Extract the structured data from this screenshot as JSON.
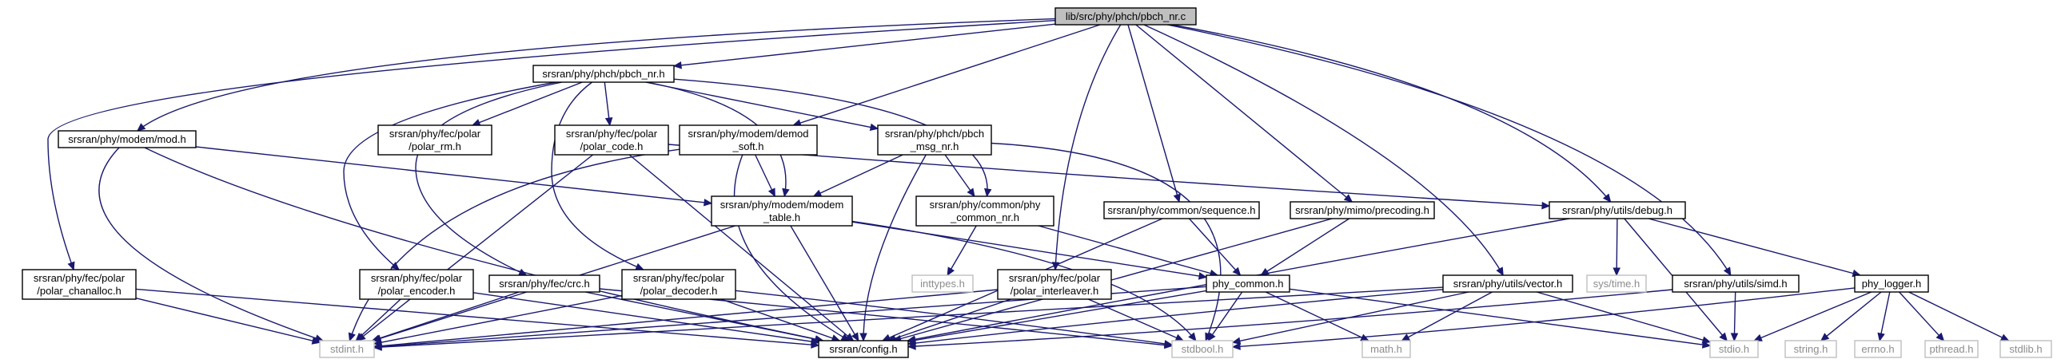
{
  "graph": {
    "nodes": [
      {
        "id": "root",
        "lines": [
          "lib/src/phy/phch/pbch_nr.c"
        ],
        "style": "root"
      },
      {
        "id": "pbch_nr_h",
        "lines": [
          "srsran/phy/phch/pbch_nr.h"
        ],
        "style": "normal"
      },
      {
        "id": "mod_h",
        "lines": [
          "srsran/phy/modem/mod.h"
        ],
        "style": "normal"
      },
      {
        "id": "polar_rm_h",
        "lines": [
          "srsran/phy/fec/polar",
          "/polar_rm.h"
        ],
        "style": "normal"
      },
      {
        "id": "polar_code_h",
        "lines": [
          "srsran/phy/fec/polar",
          "/polar_code.h"
        ],
        "style": "normal"
      },
      {
        "id": "demod_soft_h",
        "lines": [
          "srsran/phy/modem/demod",
          "_soft.h"
        ],
        "style": "normal"
      },
      {
        "id": "pbch_msg_nr_h",
        "lines": [
          "srsran/phy/phch/pbch",
          "_msg_nr.h"
        ],
        "style": "normal"
      },
      {
        "id": "modem_table_h",
        "lines": [
          "srsran/phy/modem/modem",
          "_table.h"
        ],
        "style": "normal"
      },
      {
        "id": "phy_common_nr_h",
        "lines": [
          "srsran/phy/common/phy",
          "_common_nr.h"
        ],
        "style": "normal"
      },
      {
        "id": "sequence_h",
        "lines": [
          "srsran/phy/common/sequence.h"
        ],
        "style": "normal"
      },
      {
        "id": "precoding_h",
        "lines": [
          "srsran/phy/mimo/precoding.h"
        ],
        "style": "normal"
      },
      {
        "id": "debug_h",
        "lines": [
          "srsran/phy/utils/debug.h"
        ],
        "style": "normal"
      },
      {
        "id": "polar_chanalloc_h",
        "lines": [
          "srsran/phy/fec/polar",
          "/polar_chanalloc.h"
        ],
        "style": "normal"
      },
      {
        "id": "polar_encoder_h",
        "lines": [
          "srsran/phy/fec/polar",
          "/polar_encoder.h"
        ],
        "style": "normal"
      },
      {
        "id": "crc_h",
        "lines": [
          "srsran/phy/fec/crc.h"
        ],
        "style": "normal"
      },
      {
        "id": "polar_decoder_h",
        "lines": [
          "srsran/phy/fec/polar",
          "/polar_decoder.h"
        ],
        "style": "normal"
      },
      {
        "id": "inttypes_h",
        "lines": [
          "inttypes.h"
        ],
        "style": "sys"
      },
      {
        "id": "polar_interleaver_h",
        "lines": [
          "srsran/phy/fec/polar",
          "/polar_interleaver.h"
        ],
        "style": "normal"
      },
      {
        "id": "phy_common_h",
        "lines": [
          "phy_common.h"
        ],
        "style": "normal"
      },
      {
        "id": "vector_h",
        "lines": [
          "srsran/phy/utils/vector.h"
        ],
        "style": "normal"
      },
      {
        "id": "sys_time_h",
        "lines": [
          "sys/time.h"
        ],
        "style": "sys"
      },
      {
        "id": "simd_h",
        "lines": [
          "srsran/phy/utils/simd.h"
        ],
        "style": "normal"
      },
      {
        "id": "phy_logger_h",
        "lines": [
          "phy_logger.h"
        ],
        "style": "normal"
      },
      {
        "id": "stdint_h",
        "lines": [
          "stdint.h"
        ],
        "style": "sys"
      },
      {
        "id": "config_h",
        "lines": [
          "srsran/config.h"
        ],
        "style": "normal"
      },
      {
        "id": "stdbool_h",
        "lines": [
          "stdbool.h"
        ],
        "style": "sys"
      },
      {
        "id": "math_h",
        "lines": [
          "math.h"
        ],
        "style": "sys"
      },
      {
        "id": "stdio_h",
        "lines": [
          "stdio.h"
        ],
        "style": "sys"
      },
      {
        "id": "string_h",
        "lines": [
          "string.h"
        ],
        "style": "sys"
      },
      {
        "id": "errno_h",
        "lines": [
          "errno.h"
        ],
        "style": "sys"
      },
      {
        "id": "pthread_h",
        "lines": [
          "pthread.h"
        ],
        "style": "sys"
      },
      {
        "id": "stdlib_h",
        "lines": [
          "stdlib.h"
        ],
        "style": "sys"
      }
    ],
    "edges": [
      [
        "root",
        "pbch_nr_h"
      ],
      [
        "root",
        "mod_h"
      ],
      [
        "root",
        "demod_soft_h"
      ],
      [
        "root",
        "polar_chanalloc_h"
      ],
      [
        "root",
        "polar_interleaver_h"
      ],
      [
        "root",
        "sequence_h"
      ],
      [
        "root",
        "precoding_h"
      ],
      [
        "root",
        "vector_h"
      ],
      [
        "root",
        "debug_h"
      ],
      [
        "root",
        "simd_h"
      ],
      [
        "pbch_nr_h",
        "polar_rm_h"
      ],
      [
        "pbch_nr_h",
        "polar_code_h"
      ],
      [
        "pbch_nr_h",
        "pbch_msg_nr_h"
      ],
      [
        "pbch_nr_h",
        "modem_table_h"
      ],
      [
        "pbch_nr_h",
        "phy_common_nr_h"
      ],
      [
        "pbch_nr_h",
        "polar_encoder_h"
      ],
      [
        "pbch_nr_h",
        "crc_h"
      ],
      [
        "pbch_nr_h",
        "polar_decoder_h"
      ],
      [
        "mod_h",
        "modem_table_h"
      ],
      [
        "mod_h",
        "stdint_h"
      ],
      [
        "mod_h",
        "config_h"
      ],
      [
        "polar_code_h",
        "stdint_h"
      ],
      [
        "polar_code_h",
        "config_h"
      ],
      [
        "polar_code_h",
        "debug_h"
      ],
      [
        "demod_soft_h",
        "modem_table_h"
      ],
      [
        "demod_soft_h",
        "config_h"
      ],
      [
        "demod_soft_h",
        "stdint_h"
      ],
      [
        "pbch_msg_nr_h",
        "phy_common_nr_h"
      ],
      [
        "pbch_msg_nr_h",
        "config_h"
      ],
      [
        "pbch_msg_nr_h",
        "stdbool_h"
      ],
      [
        "pbch_msg_nr_h",
        "modem_table_h"
      ],
      [
        "modem_table_h",
        "stdint_h"
      ],
      [
        "modem_table_h",
        "config_h"
      ],
      [
        "modem_table_h",
        "phy_common_h"
      ],
      [
        "modem_table_h",
        "stdbool_h"
      ],
      [
        "phy_common_nr_h",
        "inttypes_h"
      ],
      [
        "phy_common_nr_h",
        "phy_common_h"
      ],
      [
        "sequence_h",
        "phy_common_h"
      ],
      [
        "sequence_h",
        "config_h"
      ],
      [
        "precoding_h",
        "phy_common_h"
      ],
      [
        "precoding_h",
        "config_h"
      ],
      [
        "debug_h",
        "sys_time_h"
      ],
      [
        "debug_h",
        "phy_logger_h"
      ],
      [
        "debug_h",
        "stdio_h"
      ],
      [
        "debug_h",
        "config_h"
      ],
      [
        "polar_chanalloc_h",
        "stdint_h"
      ],
      [
        "polar_chanalloc_h",
        "config_h"
      ],
      [
        "polar_encoder_h",
        "stdint_h"
      ],
      [
        "polar_encoder_h",
        "config_h"
      ],
      [
        "crc_h",
        "stdint_h"
      ],
      [
        "crc_h",
        "config_h"
      ],
      [
        "crc_h",
        "stdbool_h"
      ],
      [
        "polar_decoder_h",
        "stdint_h"
      ],
      [
        "polar_decoder_h",
        "config_h"
      ],
      [
        "polar_decoder_h",
        "stdbool_h"
      ],
      [
        "polar_interleaver_h",
        "config_h"
      ],
      [
        "polar_interleaver_h",
        "stdint_h"
      ],
      [
        "polar_interleaver_h",
        "stdbool_h"
      ],
      [
        "phy_common_h",
        "stdint_h"
      ],
      [
        "phy_common_h",
        "config_h"
      ],
      [
        "phy_common_h",
        "stdbool_h"
      ],
      [
        "phy_common_h",
        "math_h"
      ],
      [
        "phy_common_h",
        "stdio_h"
      ],
      [
        "vector_h",
        "config_h"
      ],
      [
        "vector_h",
        "stdint_h"
      ],
      [
        "vector_h",
        "stdio_h"
      ],
      [
        "vector_h",
        "math_h"
      ],
      [
        "vector_h",
        "stdbool_h"
      ],
      [
        "simd_h",
        "stdio_h"
      ],
      [
        "simd_h",
        "config_h"
      ],
      [
        "phy_logger_h",
        "stdio_h"
      ],
      [
        "phy_logger_h",
        "string_h"
      ],
      [
        "phy_logger_h",
        "errno_h"
      ],
      [
        "phy_logger_h",
        "pthread_h"
      ],
      [
        "phy_logger_h",
        "stdlib_h"
      ],
      [
        "phy_logger_h",
        "stdbool_h"
      ]
    ]
  }
}
